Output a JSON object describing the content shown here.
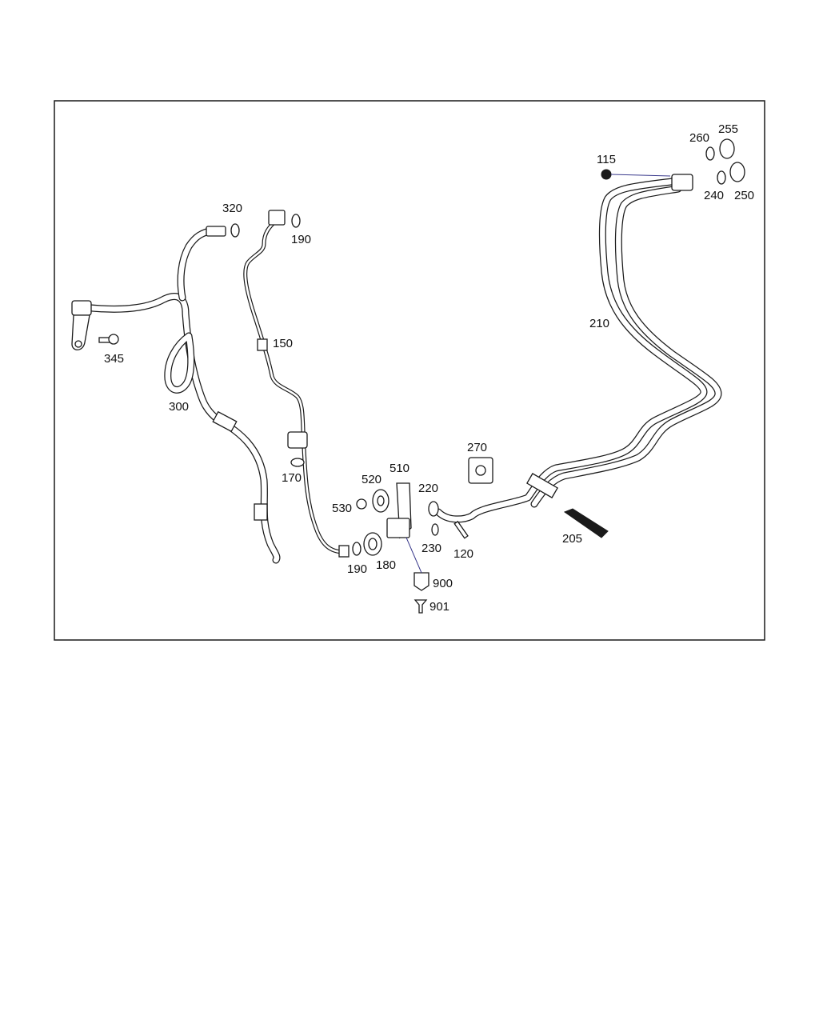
{
  "diagram": {
    "callouts": [
      {
        "id": "255",
        "text": "255"
      },
      {
        "id": "260",
        "text": "260"
      },
      {
        "id": "115",
        "text": "115"
      },
      {
        "id": "240",
        "text": "240"
      },
      {
        "id": "250",
        "text": "250"
      },
      {
        "id": "320",
        "text": "320"
      },
      {
        "id": "190a",
        "text": "190"
      },
      {
        "id": "210",
        "text": "210"
      },
      {
        "id": "150",
        "text": "150"
      },
      {
        "id": "345",
        "text": "345"
      },
      {
        "id": "300",
        "text": "300"
      },
      {
        "id": "270",
        "text": "270"
      },
      {
        "id": "510",
        "text": "510"
      },
      {
        "id": "520",
        "text": "520"
      },
      {
        "id": "220",
        "text": "220"
      },
      {
        "id": "170",
        "text": "170"
      },
      {
        "id": "530",
        "text": "530"
      },
      {
        "id": "205",
        "text": "205"
      },
      {
        "id": "230",
        "text": "230"
      },
      {
        "id": "120",
        "text": "120"
      },
      {
        "id": "190b",
        "text": "190"
      },
      {
        "id": "180",
        "text": "180"
      },
      {
        "id": "900",
        "text": "900"
      },
      {
        "id": "901",
        "text": "901"
      }
    ]
  }
}
